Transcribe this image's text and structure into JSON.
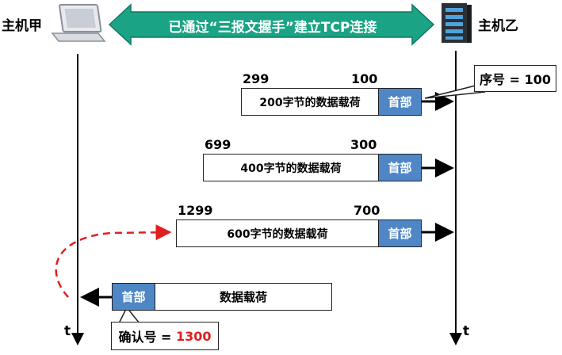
{
  "hosts": {
    "left": "主机甲",
    "right": "主机乙"
  },
  "banner": "已通过“三报文握手”建立TCP连接",
  "segments": [
    {
      "left_num": "299",
      "right_num": "100",
      "payload": "200字节的数据载荷",
      "header": "首部"
    },
    {
      "left_num": "699",
      "right_num": "300",
      "payload": "400字节的数据载荷",
      "header": "首部"
    },
    {
      "left_num": "1299",
      "right_num": "700",
      "payload": "600字节的数据载荷",
      "header": "首部"
    }
  ],
  "ack_segment": {
    "header": "首部",
    "payload": "数据载荷"
  },
  "seq_callout": "序号 = 100",
  "ack_callout": {
    "label": "确认号 = ",
    "value": "1300"
  },
  "time_label": "t",
  "colors": {
    "banner": "#1aa384",
    "header": "#4f86c6",
    "ack_value": "#e02020",
    "dashed": "#e02020"
  }
}
